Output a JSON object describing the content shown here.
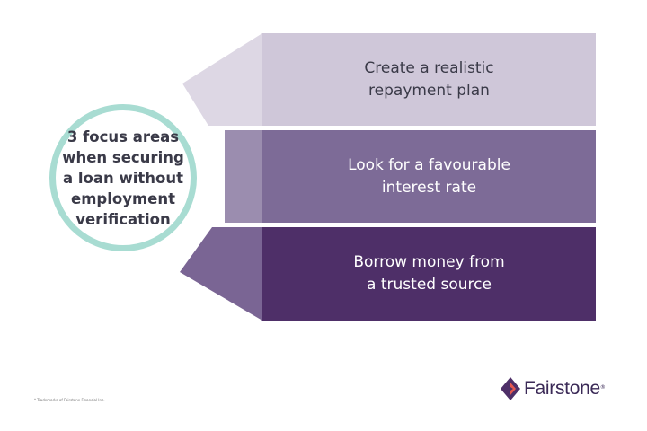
{
  "center": {
    "lines": [
      "3 focus areas",
      "when securing",
      "a loan without",
      "employment",
      "verification"
    ]
  },
  "items": [
    {
      "lines": [
        "Create a realistic",
        "repayment plan"
      ],
      "color": "#cfc7d9",
      "wedge_color": "#ddd7e4",
      "text_color": "#3a3a48"
    },
    {
      "lines": [
        "Look for a favourable",
        "interest rate"
      ],
      "color": "#7d6b97",
      "wedge_color": "#9b8daf",
      "text_color": "#ffffff"
    },
    {
      "lines": [
        "Borrow money from",
        "a trusted source"
      ],
      "color": "#4e2f68",
      "wedge_color": "#7a6594",
      "text_color": "#ffffff"
    }
  ],
  "circle_border_color": "#a8dcd2",
  "footnote": "* Trademarks of Fairstone Financial Inc.",
  "logo": {
    "text": "Fairstone",
    "mark": "®"
  }
}
